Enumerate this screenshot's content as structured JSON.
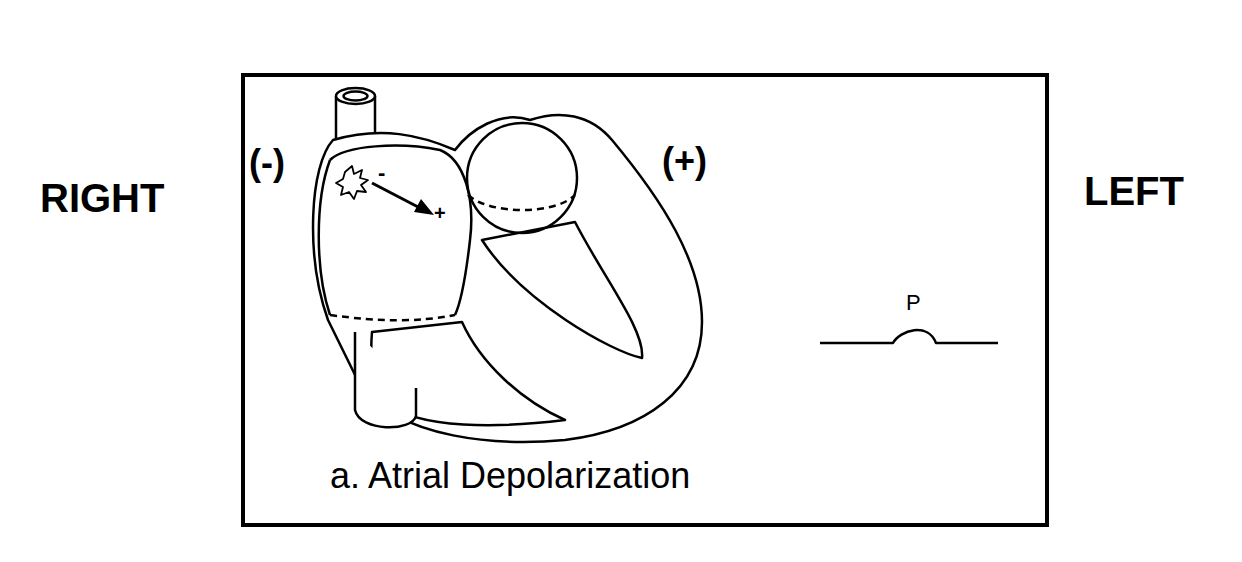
{
  "diagram": {
    "caption": "a. Atrial Depolarization",
    "labels": [
      "RIGHT",
      "LEFT",
      "(-)",
      "(+)",
      "P",
      "-",
      "+"
    ]
  }
}
